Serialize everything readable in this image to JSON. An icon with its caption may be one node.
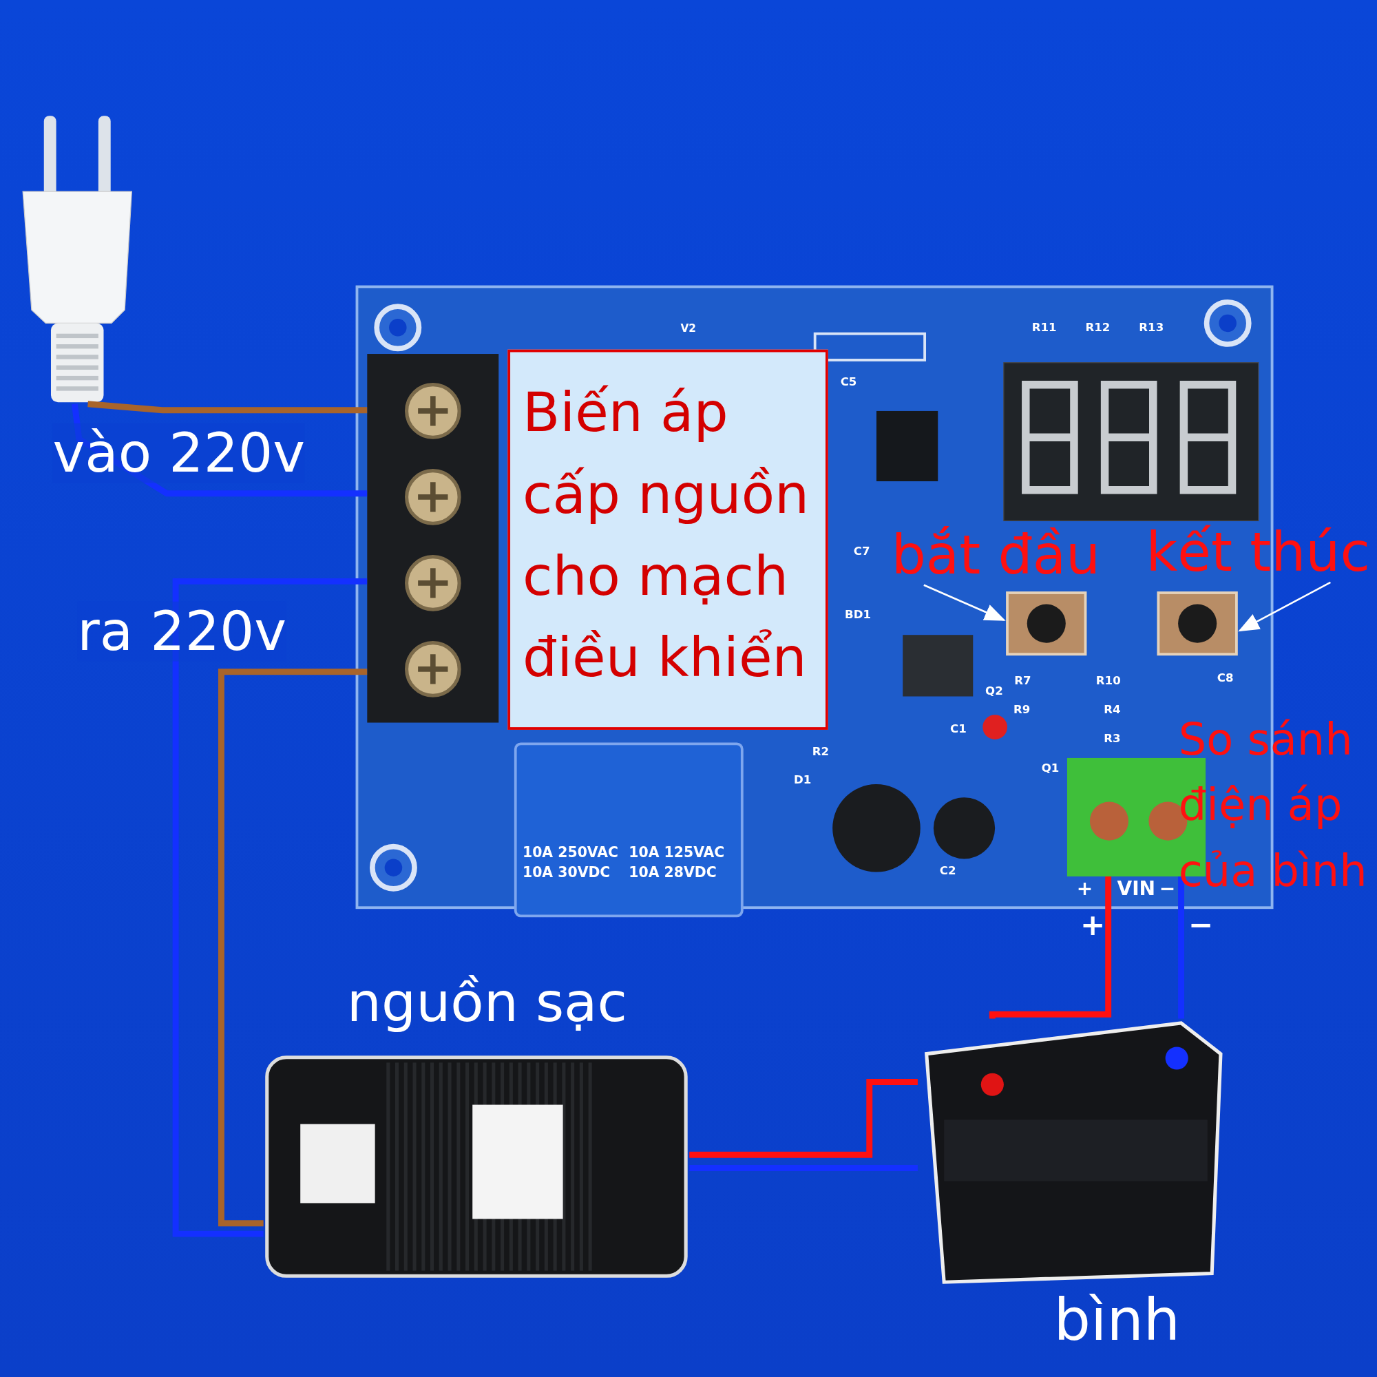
{
  "diagram": {
    "nodes": [
      {
        "text": [],
        "shape": "picture"
      },
      {
        "text": [],
        "shape": "picture"
      },
      {
        "text": [],
        "shape": "picture",
        "in": 1
      },
      {
        "text": [
          "Biến áp cấp nguồn cho mạch điều khiển"
        ],
        "in": 1
      },
      {
        "text": [
          "bắt đầu"
        ],
        "in": 1
      },
      {
        "text": [],
        "shape": "picture",
        "in": 1
      },
      {
        "text": [
          "kết thúc"
        ]
      },
      {
        "text": [],
        "shape": "picture",
        "in": 1
      },
      {
        "text": [],
        "shape": "picture",
        "in": 1,
        "beside": [
          "So sánh điện áp của bình"
        ]
      },
      {
        "text": [
          "nguồn sạc"
        ]
      },
      {
        "text": [
          "bình"
        ]
      }
    ],
    "edges": [
      {
        "from": 0,
        "to": 2,
        "arrow": "none",
        "color": "#a8642a",
        "label": "vào 220v"
      },
      {
        "from": 0,
        "to": 2,
        "arrow": "none",
        "color": "#1430ff"
      },
      {
        "from": 2,
        "to": 9,
        "arrow": "none",
        "color": "#1430ff",
        "label": "ra 220v"
      },
      {
        "from": 2,
        "to": 9,
        "arrow": "none",
        "color": "#a8642a"
      },
      {
        "from": 4,
        "to": 5,
        "arrow": "to",
        "color": "#ffffff"
      },
      {
        "from": 6,
        "to": 7,
        "arrow": "to",
        "color": "#ffffff"
      },
      {
        "from": 9,
        "to": 10,
        "arrow": "none",
        "color": "#ff1010"
      },
      {
        "from": 9,
        "to": 10,
        "arrow": "none",
        "color": "#1430ff"
      },
      {
        "from": 8,
        "to": 10,
        "arrow": "none",
        "color": "#ff1010"
      },
      {
        "from": 8,
        "to": 10,
        "arrow": "none",
        "color": "#1430ff"
      }
    ],
    "labels": [
      "+",
      "VIN",
      "−",
      "+",
      "−",
      "10A 250VAC",
      "10A 125VAC",
      "10A 30VDC",
      "10A 28VDC",
      "V2",
      "R11",
      "R12",
      "R13",
      "C5",
      "C7",
      "BD1",
      "Q2",
      "R7",
      "R9",
      "R10",
      "R4",
      "R3",
      "C8",
      "C1",
      "R2",
      "D1",
      "Q1",
      "C2"
    ]
  }
}
